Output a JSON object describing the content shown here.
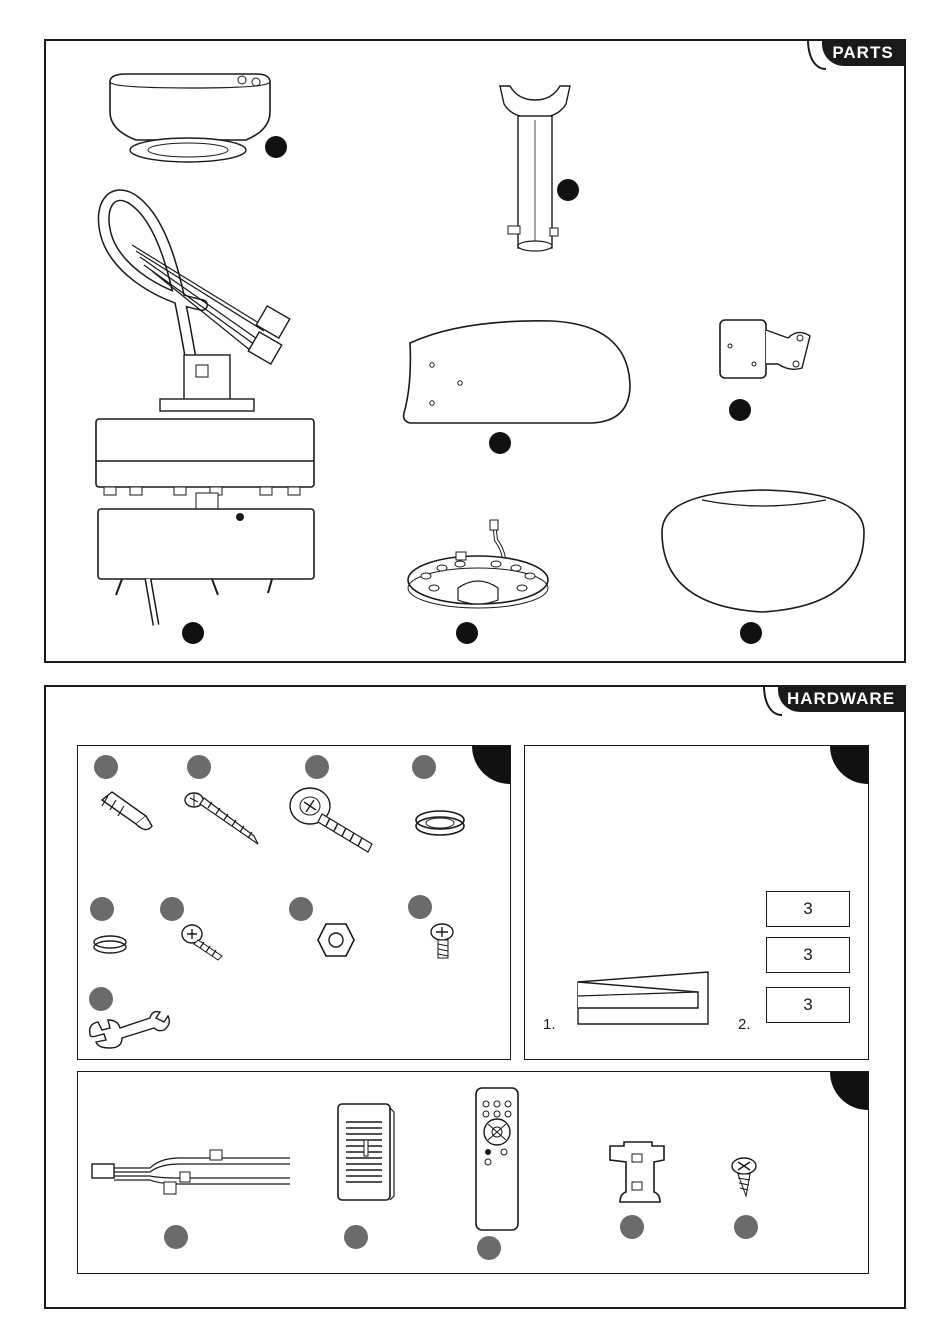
{
  "sections": {
    "parts_tab": "PARTS",
    "hardware_tab": "HARDWARE"
  },
  "blade_check": {
    "quantities": [
      "3",
      "3",
      "3"
    ],
    "step_labels": [
      "1.",
      "2."
    ]
  },
  "icons": {
    "parts": [
      "canopy-icon",
      "downrod-icon",
      "motor-housing-icon",
      "blade-icon",
      "blade-arm-icon",
      "light-kit-plate-icon",
      "glass-shade-icon"
    ],
    "hardware": [
      "wall-anchor-icon",
      "wood-screw-icon",
      "mounting-bolt-icon",
      "lock-washer-icon",
      "small-lock-washer-icon",
      "machine-screw-icon",
      "hex-nut-icon",
      "pan-head-screw-icon",
      "wrench-icon",
      "wire-connector-harness-icon",
      "receiver-icon",
      "remote-control-icon",
      "wall-bracket-icon",
      "bracket-screw-icon"
    ]
  }
}
